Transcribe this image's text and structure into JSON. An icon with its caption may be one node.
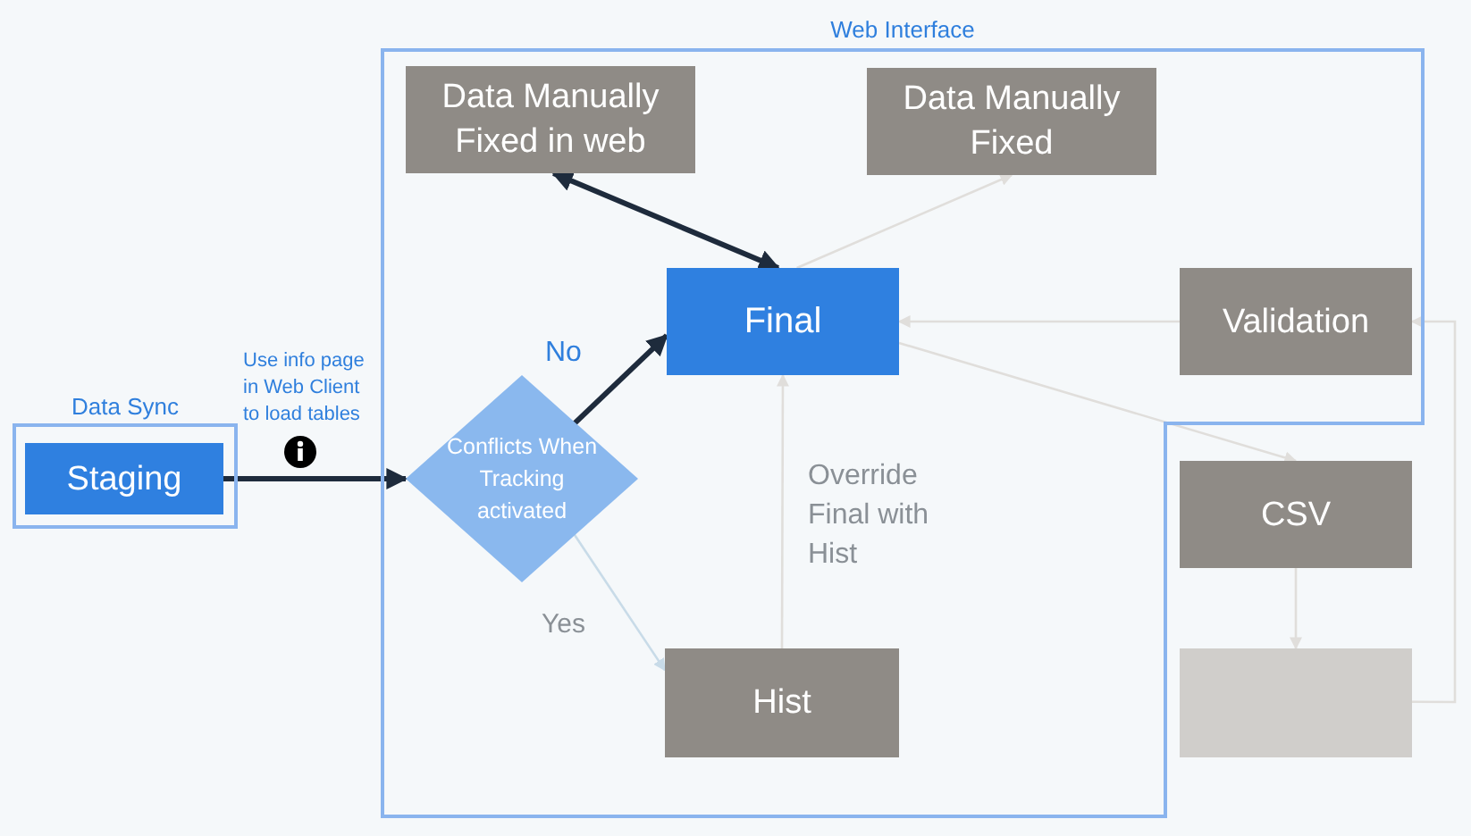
{
  "diagram": {
    "nodes": [
      {
        "text": [
          "Data Sync"
        ]
      },
      {
        "text": [
          "Staging"
        ],
        "in": 0
      },
      {
        "text": [
          "Web Interface"
        ]
      },
      {
        "text": [
          "Data Manually Fixed in web"
        ],
        "in": 2
      },
      {
        "text": [
          "Data Manually Fixed"
        ],
        "in": 2
      },
      {
        "text": [
          "Final"
        ],
        "in": 2
      },
      {
        "text": [
          "Validation"
        ],
        "in": 2
      },
      {
        "text": [
          "Conflicts When Tracking activated"
        ],
        "in": 2
      },
      {
        "text": [
          "Hist"
        ],
        "in": 2
      },
      {
        "text": [
          "CSV"
        ]
      },
      {
        "text": [],
        "shape": "box"
      }
    ],
    "edges": [
      {
        "from": 1,
        "to": 7,
        "arrow": "to",
        "label": "Use info page in Web Client to load tables",
        "style": "thick",
        "color": "#1e2b3c"
      },
      {
        "from": 7,
        "to": 5,
        "arrow": "to",
        "label": "No",
        "style": "thick",
        "color": "#1e2b3c"
      },
      {
        "from": 5,
        "to": 3,
        "arrow": "both",
        "style": "thick",
        "color": "#1e2b3c"
      },
      {
        "from": 5,
        "to": 4,
        "arrow": "to"
      },
      {
        "from": 6,
        "to": 5,
        "arrow": "to"
      },
      {
        "from": 5,
        "to": 9,
        "arrow": "to"
      },
      {
        "from": 7,
        "to": 8,
        "arrow": "to",
        "label": "Yes",
        "color": "#c8dbe8"
      },
      {
        "from": 8,
        "to": 5,
        "arrow": "to",
        "label": "Override Final with Hist"
      },
      {
        "from": 9,
        "to": 10,
        "arrow": "to"
      },
      {
        "from": 10,
        "to": 6,
        "arrow": "to"
      }
    ]
  }
}
